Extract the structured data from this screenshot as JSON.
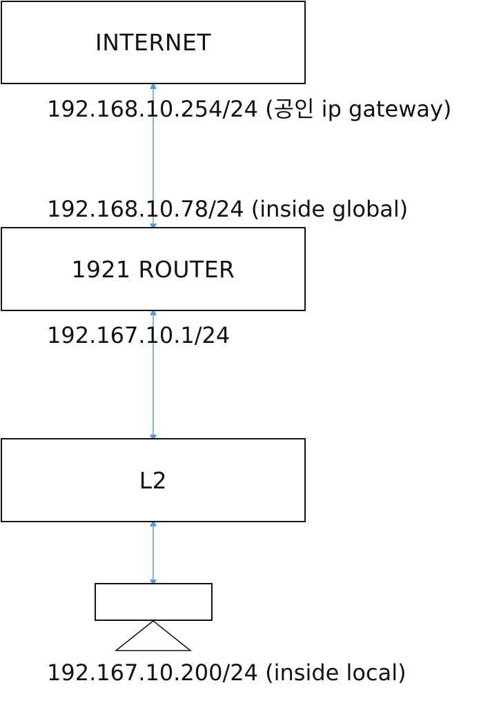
{
  "nodes": {
    "internet": {
      "label": "INTERNET"
    },
    "router": {
      "label": "1921 ROUTER"
    },
    "switch": {
      "label": "L2"
    },
    "host": {
      "label": ""
    }
  },
  "addresses": {
    "gateway": "192.168.10.254/24 (공인 ip gateway)",
    "inside_global": "192.168.10.78/24 (inside global)",
    "router_lan": "192.167.10.1/24",
    "inside_local": "192.167.10.200/24 (inside local)"
  },
  "colors": {
    "link": "#5b9bd5",
    "outline": "#111111"
  }
}
